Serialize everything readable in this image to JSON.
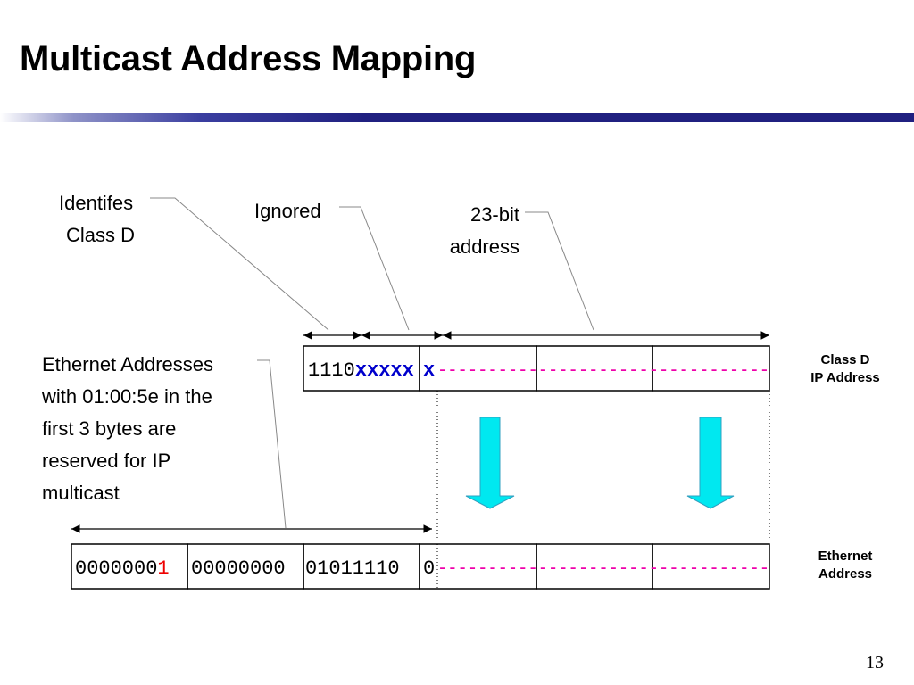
{
  "slide": {
    "title": "Multicast Address Mapping",
    "page_number": "13"
  },
  "callouts": {
    "class_d_line1": "Identifes",
    "class_d_line2": "Class D",
    "ignored": "Ignored",
    "bit23_line1": "23-bit",
    "bit23_line2": "address",
    "ethernet_note": [
      "Ethernet Addresses",
      "with 01:00:5e in the",
      "first 3 bytes are",
      "reserved for IP",
      "multicast"
    ]
  },
  "ip_address": {
    "label_line1": "Class D",
    "label_line2": "IP Address",
    "prefix_bits": "1110",
    "ignored_bits": "xxxxx",
    "bit_x": "x",
    "mapped_bits": "---------------------------------"
  },
  "ethernet_address": {
    "label_line1": "Ethernet",
    "label_line2": "Address",
    "byte1_bits": "0000000",
    "multicast_bit": "1",
    "byte2_bits": "00000000",
    "byte3_bits": "01011110",
    "last_bit": "0",
    "mapped_bits": "---------------------------------"
  },
  "colors": {
    "title_bar": "#202080",
    "ignored_bits": "#0000cc",
    "mapped_bits": "#ee00aa",
    "multicast_bit": "#ee0000",
    "arrow_fill": "#00e8f0",
    "arrow_stroke": "#30a0c0"
  }
}
